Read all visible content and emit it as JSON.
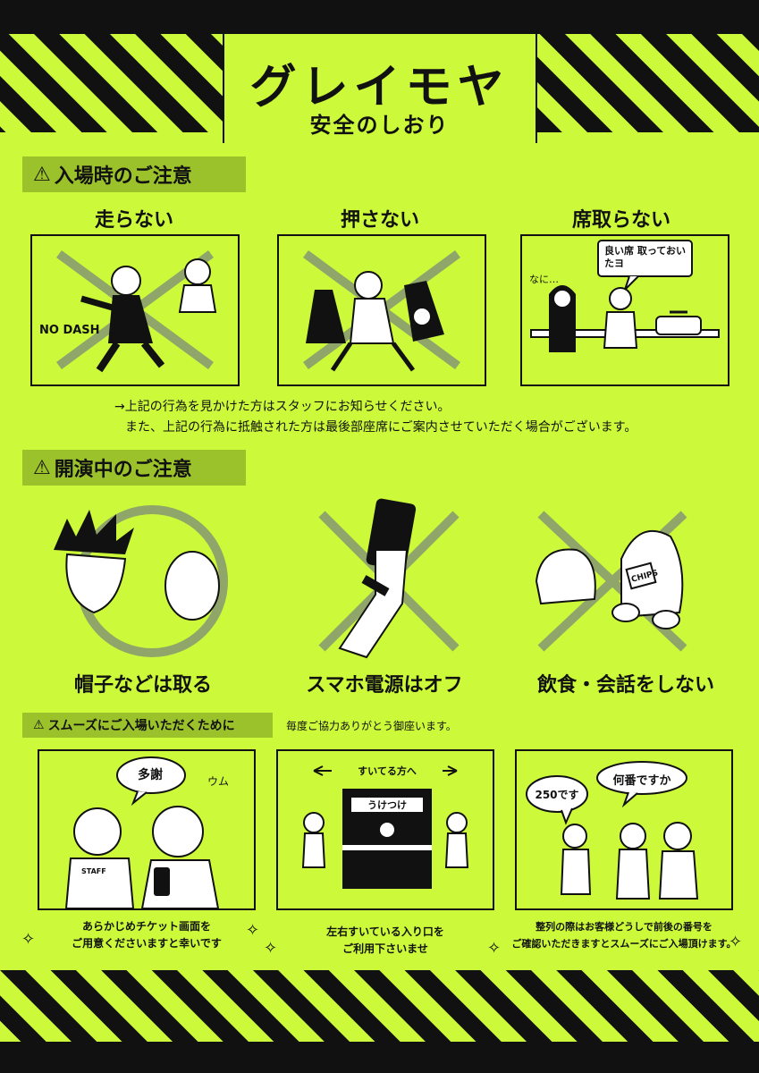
{
  "header": {
    "title": "グレイモヤ",
    "subtitle": "安全のしおり"
  },
  "section_entry": {
    "heading": "入場時のご注意",
    "items": [
      {
        "label": "走らない",
        "panel_text": "NO DASH"
      },
      {
        "label": "押さない"
      },
      {
        "label": "席取らない",
        "bubble": "良い席 取っておいたヨ",
        "aside": "なに…"
      }
    ],
    "note_line1": "→上記の行為を見かけた方はスタッフにお知らせください。",
    "note_line2": "また、上記の行為に抵触された方は最後部座席にご案内させていただく場合がございます。"
  },
  "section_show": {
    "heading": "開演中のご注意",
    "items": [
      {
        "label": "帽子などは取る"
      },
      {
        "label": "スマホ電源はオフ"
      },
      {
        "label": "飲食・会話をしない",
        "bag_text": "CHIPS"
      }
    ]
  },
  "section_smooth": {
    "heading": "スムーズにご入場いただくために",
    "thanks": "毎度ご協力ありがとう御座います。",
    "panels": [
      {
        "bubble": "多謝",
        "aside": "ウム",
        "badge": "STAFF",
        "caption1": "あらかじめチケット画面を",
        "caption2": "ご用意くださいますと幸いです"
      },
      {
        "arrow_text": "すいてる方へ",
        "booth": "うけつけ",
        "caption1": "左右すいている入り口を",
        "caption2": "ご利用下さいませ"
      },
      {
        "bubble1": "250です",
        "bubble2": "何番ですか",
        "caption1": "整列の際はお客様どうしで前後の番号を",
        "caption2": "ご確認いただきますとスムーズにご入場頂けます。"
      }
    ]
  },
  "colors": {
    "background": "#ccfa3a",
    "section_band": "#9cc22b",
    "ink": "#111111",
    "cross": "#8fa56a"
  },
  "icons": [
    "warning-icon",
    "sparkle-icon",
    "cross-mark",
    "circle-mark"
  ]
}
